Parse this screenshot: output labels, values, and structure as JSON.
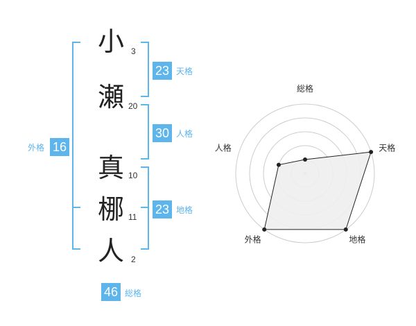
{
  "name": {
    "characters": [
      {
        "char": "小",
        "strokes": "3"
      },
      {
        "char": "瀬",
        "strokes": "20"
      },
      {
        "char": "真",
        "strokes": "10"
      },
      {
        "char": "梛",
        "strokes": "11"
      },
      {
        "char": "人",
        "strokes": "2"
      }
    ]
  },
  "fortunes": {
    "tenkaku": {
      "value": "23",
      "label": "天格"
    },
    "jinkaku": {
      "value": "30",
      "label": "人格"
    },
    "chikaku": {
      "value": "23",
      "label": "地格"
    },
    "gaikaku": {
      "value": "16",
      "label": "外格"
    },
    "soukaku": {
      "value": "46",
      "label": "総格"
    }
  },
  "colors": {
    "accent": "#5db5ec",
    "text": "#222222",
    "polygon_fill": "#eeeeee",
    "grid": "#cccccc"
  },
  "chart_data": {
    "type": "radar",
    "axes": [
      "総格",
      "天格",
      "地格",
      "外格",
      "人格"
    ],
    "levels": 5,
    "values": [
      1,
      5,
      5,
      5,
      2
    ]
  }
}
